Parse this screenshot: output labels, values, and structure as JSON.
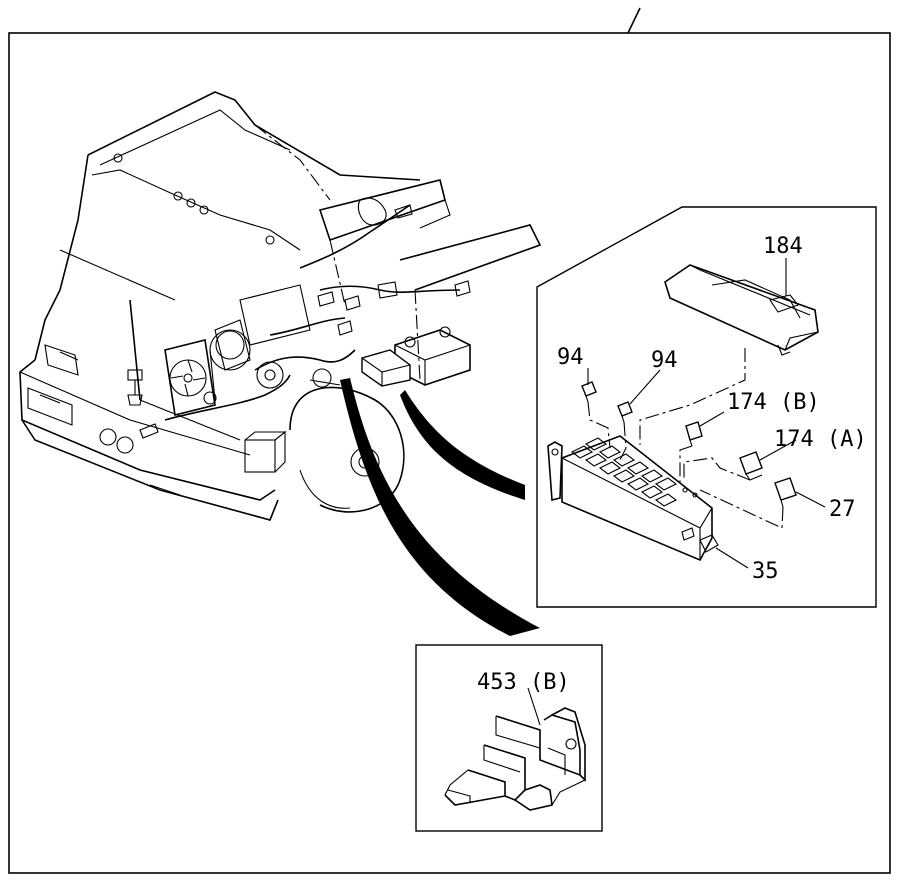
{
  "labels": {
    "fuse_box_cover": "184",
    "relay_left": "94",
    "relay_right": "94",
    "relay_174b": "174 (B)",
    "relay_174a": "174 (A)",
    "relay_27": "27",
    "fuse_box": "35",
    "bracket": "453 (B)"
  }
}
